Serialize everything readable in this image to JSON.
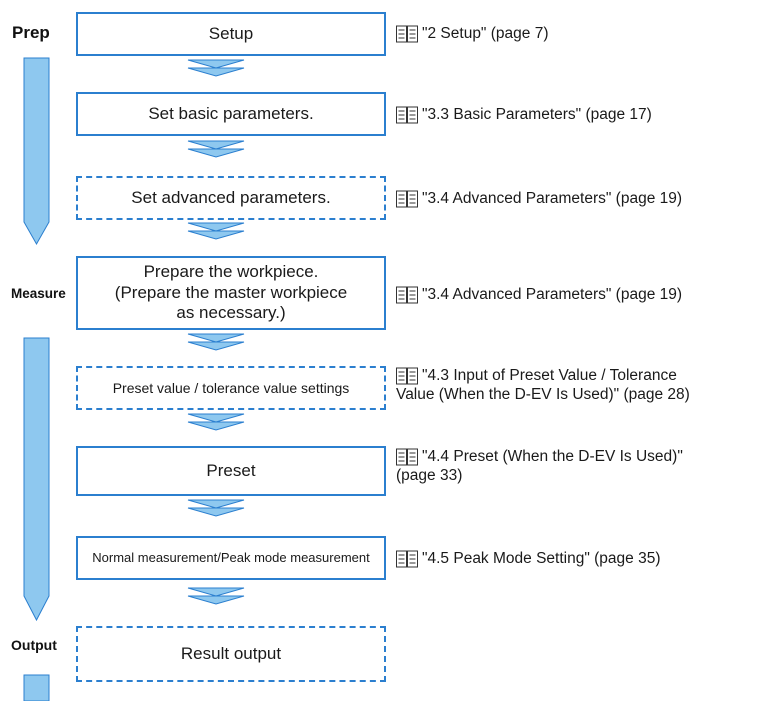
{
  "phases": {
    "prep": "Prep",
    "measure": "Measure",
    "output": "Output"
  },
  "steps": [
    {
      "label": "Setup",
      "style": "solid"
    },
    {
      "label": "Set basic parameters.",
      "style": "solid"
    },
    {
      "label": "Set advanced parameters.",
      "style": "dashed"
    },
    {
      "label": "Prepare the workpiece.\n(Prepare the master workpiece\nas necessary.)",
      "style": "solid"
    },
    {
      "label": "Preset value / tolerance value settings",
      "style": "dashed"
    },
    {
      "label": "Preset",
      "style": "solid"
    },
    {
      "label": "Normal measurement/Peak mode measurement",
      "style": "solid"
    },
    {
      "label": "Result output",
      "style": "dashed"
    }
  ],
  "references": [
    {
      "lines": [
        "\"2 Setup\" (page 7)"
      ],
      "icon": "book-icon"
    },
    {
      "lines": [
        "\"3.3 Basic Parameters\" (page 17)"
      ],
      "icon": "book-icon"
    },
    {
      "lines": [
        "\"3.4 Advanced Parameters\" (page 19)"
      ],
      "icon": "book-icon"
    },
    {
      "lines": [
        "\"3.4 Advanced Parameters\" (page 19)"
      ],
      "icon": "book-icon"
    },
    {
      "lines": [
        "\"4.3 Input of Preset Value / Tolerance",
        "Value (When the D-EV Is Used)\" (page 28)"
      ],
      "icon": "book-icon"
    },
    {
      "lines": [
        "\"4.4 Preset (When the D-EV Is Used)\"",
        "(page 33)"
      ],
      "icon": "book-icon"
    },
    {
      "lines": [
        "\"4.5 Peak Mode Setting\" (page 35)"
      ],
      "icon": "book-icon"
    }
  ],
  "colors": {
    "border": "#2b7fcf",
    "arrow_fill": "#8ec8ef",
    "arrow_stroke": "#2b7fcf"
  }
}
